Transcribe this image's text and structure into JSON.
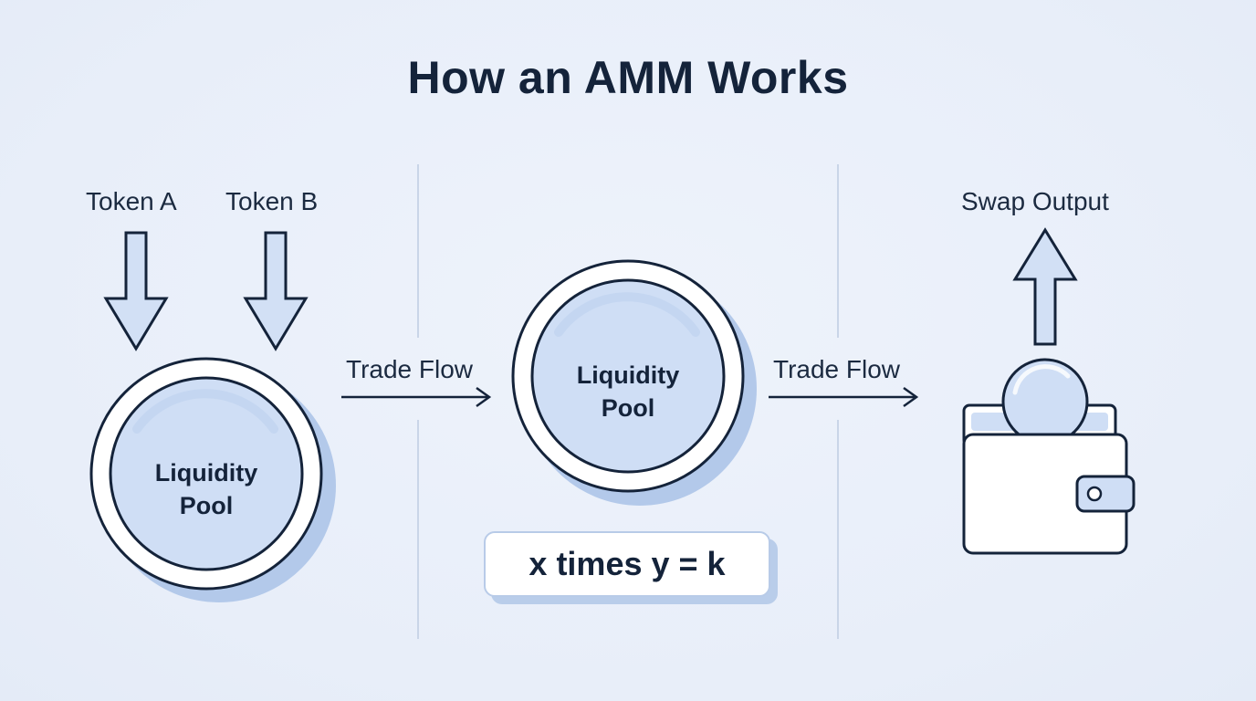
{
  "title": "How an AMM Works",
  "inputs": {
    "token_a": "Token A",
    "token_b": "Token B"
  },
  "pool_left": {
    "line1": "Liquidity",
    "line2": "Pool"
  },
  "pool_center": {
    "line1": "Liquidity",
    "line2": "Pool"
  },
  "flows": {
    "flow_1": "Trade Flow",
    "flow_2": "Trade Flow"
  },
  "formula": "x times y = k",
  "output": "Swap Output",
  "colors": {
    "ink": "#14233a",
    "pool_fill": "#cfdef5",
    "shadow": "#b3c9ea",
    "background": "#eaf0fa"
  }
}
